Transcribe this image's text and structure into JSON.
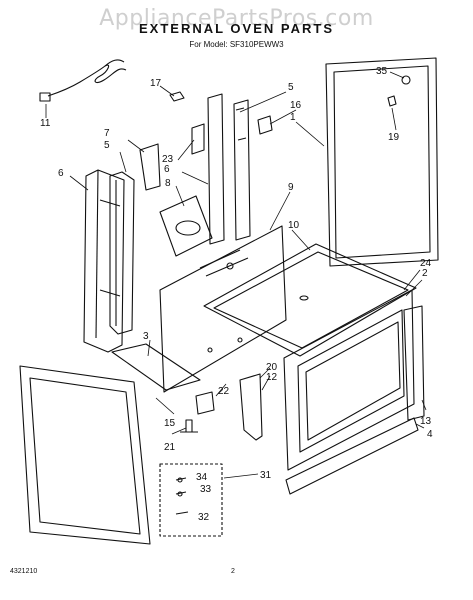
{
  "header": {
    "watermark": "AppliancePartsPros.com",
    "title": "EXTERNAL OVEN PARTS",
    "model_line": "For Model: SF310PEWW3"
  },
  "callouts": [
    "1",
    "2",
    "3",
    "4",
    "5",
    "5",
    "6",
    "6",
    "7",
    "8",
    "9",
    "10",
    "11",
    "12",
    "13",
    "15",
    "16",
    "17",
    "19",
    "20",
    "21",
    "22",
    "23",
    "24",
    "31",
    "32",
    "33",
    "34",
    "35"
  ],
  "footer": {
    "doc_number": "4321210",
    "page_number": "2"
  }
}
